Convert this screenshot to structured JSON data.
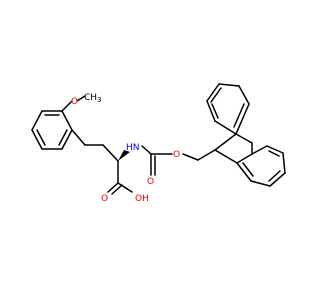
{
  "molecule": {
    "labels": {
      "methoxy_o": "O",
      "methyl": "CH",
      "methyl_sub": "3",
      "amine": "HN",
      "carbamate_o": "O",
      "carbonyl_o": "O",
      "carboxyl_o": "O",
      "hydroxyl": "OH"
    },
    "colors": {
      "bond": "#000000",
      "oxygen": "#ff0000",
      "nitrogen": "#0000ff",
      "background": "#ffffff"
    }
  }
}
